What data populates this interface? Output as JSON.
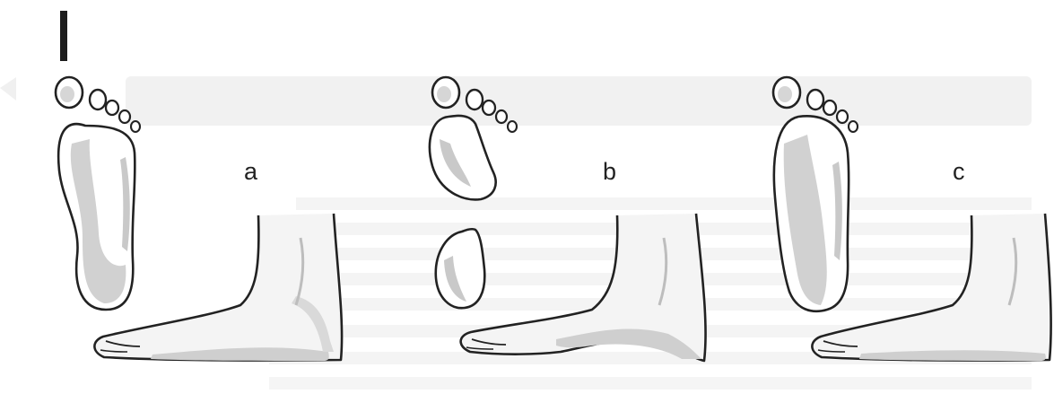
{
  "panels": [
    {
      "label": "a"
    },
    {
      "label": "b"
    },
    {
      "label": "c"
    }
  ],
  "colors": {
    "ink": "#222222",
    "print_shadow": "#c9c9c9",
    "skin": "#f4f4f4",
    "bleed_through": "#dcdcdc"
  }
}
